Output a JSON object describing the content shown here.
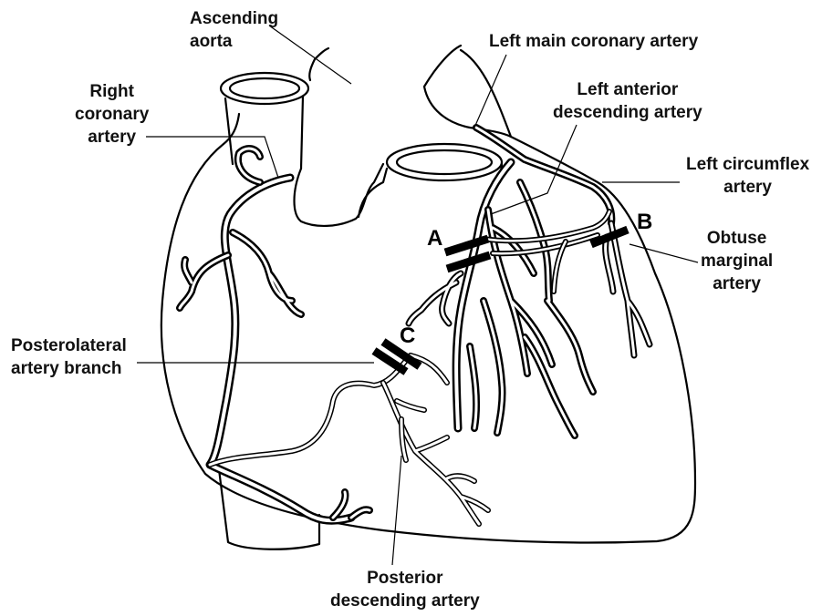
{
  "labels": {
    "ascending_aorta": [
      "Ascending",
      "aorta"
    ],
    "left_main": [
      "Left main coronary artery"
    ],
    "right_coronary": [
      "Right",
      "coronary",
      "artery"
    ],
    "lad": [
      "Left anterior",
      "descending artery"
    ],
    "left_circumflex": [
      "Left circumflex",
      "artery"
    ],
    "obtuse_marginal": [
      "Obtuse",
      "marginal",
      "artery"
    ],
    "posterolateral": [
      "Posterolateral",
      "artery branch"
    ],
    "posterior_descending": [
      "Posterior",
      "descending artery"
    ]
  },
  "markers": {
    "a": "A",
    "b": "B",
    "c": "C"
  }
}
